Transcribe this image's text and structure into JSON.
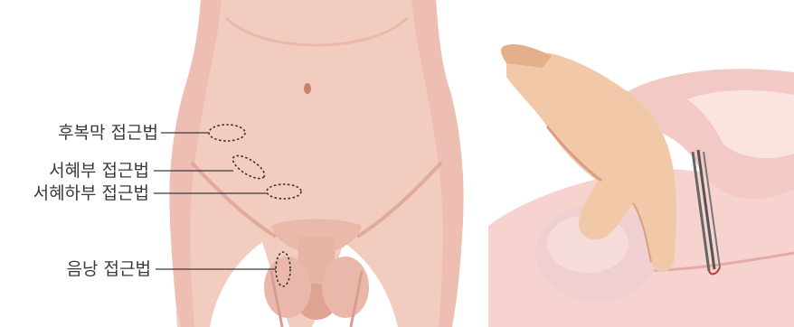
{
  "labels": {
    "retroperitoneal": "후복막 접근법",
    "inguinal": "서혜부 접근법",
    "subinguinal": "서혜하부 접근법",
    "scrotal": "음낭 접근법"
  },
  "colors": {
    "skin": "#f3ccc0",
    "skin_shadow": "#e2aa9c",
    "skin_dark": "#d59483",
    "hand": "#f1c9a8",
    "background_tissue": "#f6d3cf",
    "testis": "#efcfd0",
    "instrument": "#666666",
    "leader_line": "#3a3a3a",
    "incision_dots": "#333333",
    "text": "#3a3a3a"
  },
  "icons": [
    "torso-illustration",
    "hand-testis-illustration",
    "forceps-icon"
  ]
}
